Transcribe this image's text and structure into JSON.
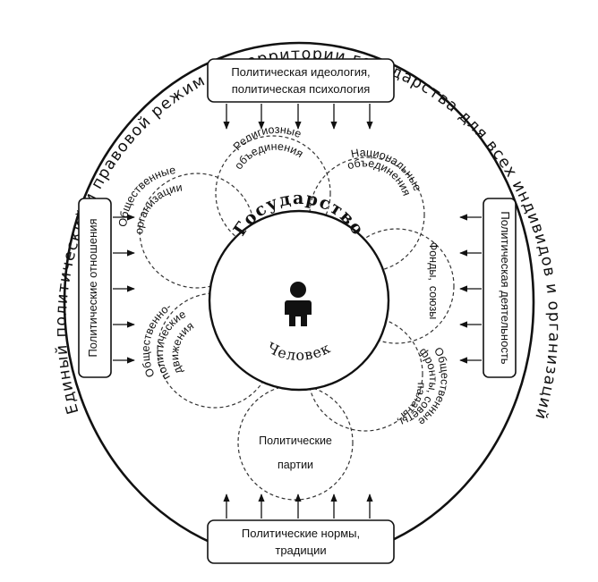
{
  "outer_ring": {
    "top_arc_text": "Единый политический и правовой режим на территории государства для всех индивидов и организаций"
  },
  "boxes": {
    "top": {
      "line1": "Политическая идеология,",
      "line2": "политическая психология"
    },
    "bottom": {
      "line1": "Политические нормы,",
      "line2": "традиции"
    },
    "left": {
      "label": "Политические отношения"
    },
    "right": {
      "label": "Политическая деятельность"
    }
  },
  "center": {
    "state_label": "Государство",
    "person_label": "Человек",
    "person_icon": "person-icon"
  },
  "petals": [
    {
      "id": "religious",
      "line1": "Религиозные",
      "line2": "объединения"
    },
    {
      "id": "national",
      "line1": "Национальные",
      "line2": "объединения"
    },
    {
      "id": "funds",
      "line1": "Фонды,",
      "line2": "союзы"
    },
    {
      "id": "fronts",
      "line1": "Общественные",
      "line2": "фронты, советы,",
      "line3": "палаты"
    },
    {
      "id": "parties",
      "line1": "Политические",
      "line2": "партии"
    },
    {
      "id": "movements",
      "line1": "Общественно-",
      "line2": "политические",
      "line3": "движения"
    },
    {
      "id": "organizations",
      "line1": "Общественные",
      "line2": "организации"
    }
  ]
}
